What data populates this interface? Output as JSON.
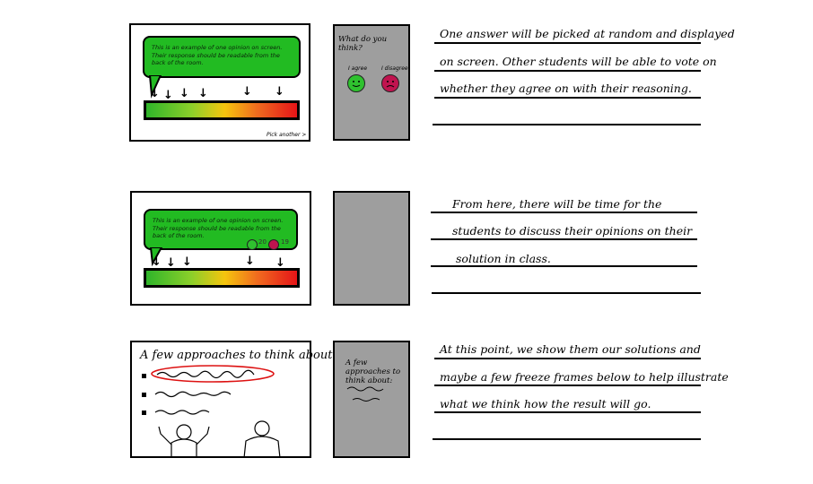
{
  "row1": {
    "bubble_text": "This is an example of one opinion on screen. Their response should be readable from the back of the room.",
    "pick_another": "Pick another >",
    "phone_title": "What do you think?",
    "agree_label": "I agree",
    "disagree_label": "I disagree",
    "notes": [
      "One answer will be picked at random and displayed",
      "on screen.  Other students will be able to vote on",
      "whether they agree on with their reasoning."
    ]
  },
  "row2": {
    "bubble_text": "This is an example of one opinion on screen. Their response should be readable from the back of the room.",
    "agree_count": "20",
    "disagree_count": "19",
    "notes": [
      "From here, there will be time for the",
      "students to discuss their opinions on their",
      "solution in class."
    ]
  },
  "row3": {
    "heading": "A few approaches to think about:",
    "phone_title": "A few approaches to think about:",
    "notes": [
      "At this point, we show them our solutions and",
      "maybe a few freeze frames below to help illustrate",
      "what we think how the result will go."
    ]
  },
  "colors": {
    "bubble": "#22bb22",
    "agree": "#2fc12f",
    "disagree": "#c0134f",
    "phone": "#9e9e9e"
  }
}
